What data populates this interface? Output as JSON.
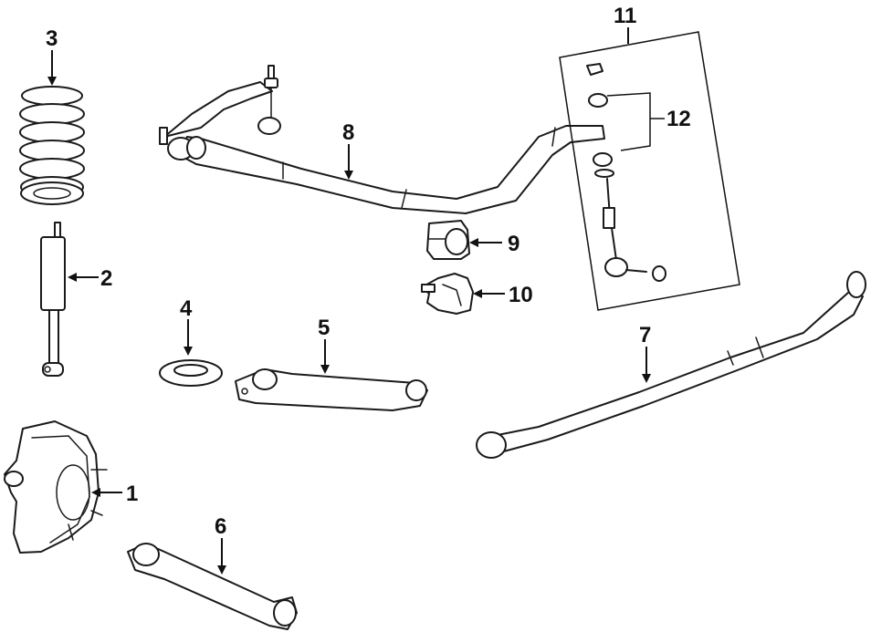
{
  "diagram": {
    "callouts": [
      {
        "id": "1",
        "label": "1"
      },
      {
        "id": "2",
        "label": "2"
      },
      {
        "id": "3",
        "label": "3"
      },
      {
        "id": "4",
        "label": "4"
      },
      {
        "id": "5",
        "label": "5"
      },
      {
        "id": "6",
        "label": "6"
      },
      {
        "id": "7",
        "label": "7"
      },
      {
        "id": "8",
        "label": "8"
      },
      {
        "id": "9",
        "label": "9"
      },
      {
        "id": "10",
        "label": "10"
      },
      {
        "id": "11",
        "label": "11"
      },
      {
        "id": "12",
        "label": "12"
      }
    ],
    "colors": {
      "line": "#1a1a1a",
      "background": "#ffffff"
    }
  }
}
